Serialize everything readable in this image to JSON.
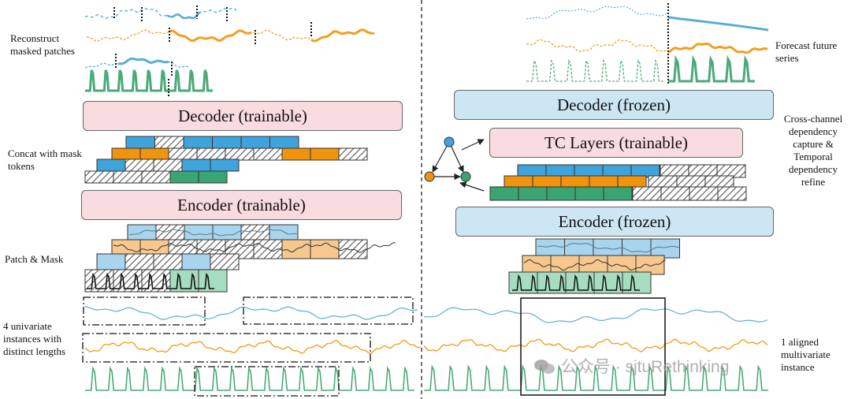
{
  "left": {
    "label_reconstruct": "Reconstruct masked patches",
    "label_concat": "Concat with mask tokens",
    "label_patch": "Patch & Mask",
    "label_instances": "4 univariate instances with distinct lengths",
    "decoder": "Decoder (trainable)",
    "encoder": "Encoder (trainable)"
  },
  "right": {
    "label_forecast": "Forecast future series",
    "label_cross": "Cross-channel dependency capture & Temporal dependency refine",
    "label_aligned": "1 aligned multivariate instance",
    "decoder": "Decoder (frozen)",
    "tc": "TC Layers (trainable)",
    "encoder": "Encoder (frozen)"
  },
  "watermark": "公众号 · sjtuRethinking",
  "colors": {
    "blue_series": "#5aaed6",
    "orange_series": "#f0a020",
    "green_series": "#4aaa78",
    "pink_box": "#f9dcdf",
    "blue_box": "#cde6f4",
    "patch_blue": "#3fa3dc",
    "patch_orange": "#f0930d",
    "patch_green": "#3aa472"
  }
}
